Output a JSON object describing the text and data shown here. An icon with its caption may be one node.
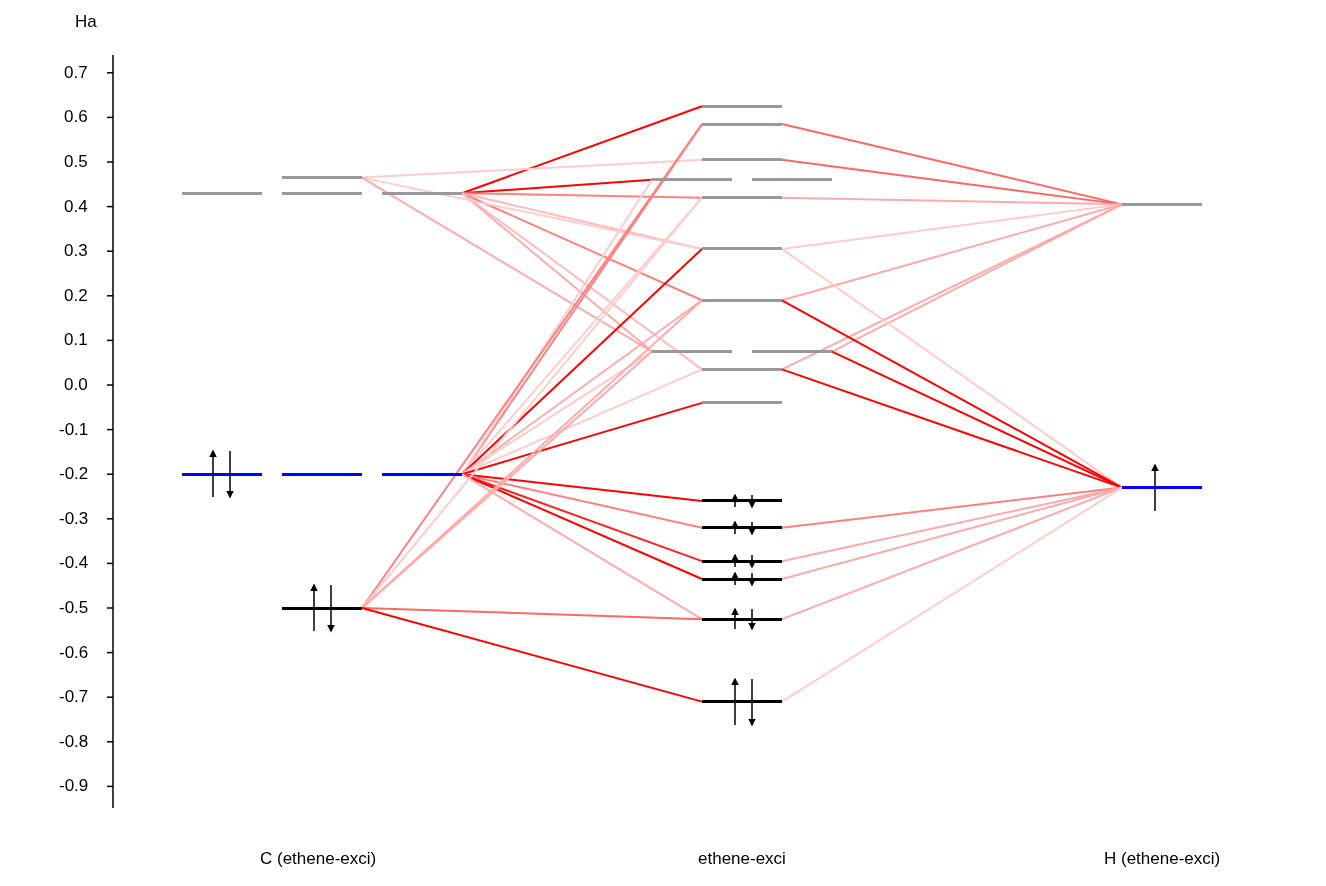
{
  "diagram": {
    "nodes": [
      {
        "text": [],
        "shape": "bar"
      },
      {
        "text": [],
        "shape": "bar"
      },
      {
        "text": [],
        "shape": "bar"
      },
      {
        "text": [],
        "shape": "bar"
      },
      {
        "text": [],
        "shape": "bar"
      },
      {
        "text": [],
        "shape": "bar"
      },
      {
        "text": [],
        "shape": "bar"
      },
      {
        "text": [],
        "shape": "bar"
      },
      {
        "text": [],
        "shape": "bar"
      },
      {
        "text": [],
        "shape": "bar"
      },
      {
        "text": [],
        "shape": "bar"
      },
      {
        "text": [],
        "shape": "bar"
      },
      {
        "text": [],
        "shape": "bar"
      },
      {
        "text": [],
        "shape": "bar"
      },
      {
        "text": [],
        "shape": "bar"
      },
      {
        "text": [],
        "shape": "bar"
      },
      {
        "text": [],
        "shape": "bar"
      },
      {
        "text": [],
        "shape": "bar"
      },
      {
        "text": [],
        "shape": "bar"
      },
      {
        "text": [],
        "shape": "bar"
      },
      {
        "text": [],
        "shape": "bar"
      },
      {
        "text": [],
        "shape": "bar"
      },
      {
        "text": [],
        "shape": "bar"
      },
      {
        "text": [],
        "shape": "bar"
      },
      {
        "text": [],
        "shape": "bar"
      },
      {
        "text": [],
        "shape": "bar"
      },
      {
        "text": [],
        "shape": "bar"
      },
      {
        "text": [],
        "shape": "bar"
      }
    ],
    "edges": [
      {
        "from": 3,
        "to": 8,
        "arrow": "none",
        "color": "#ff0000"
      },
      {
        "from": 3,
        "to": 11,
        "arrow": "none",
        "color": "#ff0000"
      },
      {
        "from": 3,
        "to": 13,
        "arrow": "none",
        "color": "#ff8080"
      },
      {
        "from": 3,
        "to": 14,
        "arrow": "none",
        "color": "#ffbbbb"
      },
      {
        "from": 3,
        "to": 15,
        "arrow": "none",
        "color": "#ff8080"
      },
      {
        "from": 3,
        "to": 16,
        "arrow": "none",
        "color": "#ffaaaa"
      },
      {
        "from": 3,
        "to": 18,
        "arrow": "none",
        "color": "#ffbbbb"
      },
      {
        "from": 0,
        "to": 10,
        "arrow": "none",
        "color": "#ffcccc"
      },
      {
        "from": 0,
        "to": 14,
        "arrow": "none",
        "color": "#ffcccc"
      },
      {
        "from": 0,
        "to": 16,
        "arrow": "none",
        "color": "#ffaaaa"
      },
      {
        "from": 6,
        "to": 9,
        "arrow": "none",
        "color": "#ff8080"
      },
      {
        "from": 6,
        "to": 11,
        "arrow": "none",
        "color": "#ffcccc"
      },
      {
        "from": 6,
        "to": 13,
        "arrow": "none",
        "color": "#ffcccc"
      },
      {
        "from": 6,
        "to": 14,
        "arrow": "none",
        "color": "#ff0000"
      },
      {
        "from": 6,
        "to": 15,
        "arrow": "none",
        "color": "#ffaaaa"
      },
      {
        "from": 6,
        "to": 16,
        "arrow": "none",
        "color": "#ffcccc"
      },
      {
        "from": 6,
        "to": 18,
        "arrow": "none",
        "color": "#ffcccc"
      },
      {
        "from": 6,
        "to": 19,
        "arrow": "none",
        "color": "#ff0000"
      },
      {
        "from": 6,
        "to": 20,
        "arrow": "none",
        "color": "#ff0000"
      },
      {
        "from": 6,
        "to": 21,
        "arrow": "none",
        "color": "#ff8080"
      },
      {
        "from": 6,
        "to": 22,
        "arrow": "none",
        "color": "#ff2020"
      },
      {
        "from": 6,
        "to": 23,
        "arrow": "none",
        "color": "#ff0000"
      },
      {
        "from": 6,
        "to": 24,
        "arrow": "none",
        "color": "#ffaaaa"
      },
      {
        "from": 7,
        "to": 9,
        "arrow": "none",
        "color": "#ff8080"
      },
      {
        "from": 7,
        "to": 13,
        "arrow": "none",
        "color": "#ffcccc"
      },
      {
        "from": 7,
        "to": 15,
        "arrow": "none",
        "color": "#ffaaaa"
      },
      {
        "from": 7,
        "to": 16,
        "arrow": "none",
        "color": "#ffaaaa"
      },
      {
        "from": 7,
        "to": 24,
        "arrow": "none",
        "color": "#ff6666"
      },
      {
        "from": 7,
        "to": 25,
        "arrow": "none",
        "color": "#ff0000"
      },
      {
        "from": 9,
        "to": 26,
        "arrow": "none",
        "color": "#ff6666"
      },
      {
        "from": 10,
        "to": 26,
        "arrow": "none",
        "color": "#ff6666"
      },
      {
        "from": 13,
        "to": 26,
        "arrow": "none",
        "color": "#ffaaaa"
      },
      {
        "from": 14,
        "to": 26,
        "arrow": "none",
        "color": "#ffcccc"
      },
      {
        "from": 15,
        "to": 26,
        "arrow": "none",
        "color": "#ffaaaa"
      },
      {
        "from": 17,
        "to": 26,
        "arrow": "none",
        "color": "#ffaaaa"
      },
      {
        "from": 18,
        "to": 26,
        "arrow": "none",
        "color": "#ffaaaa"
      },
      {
        "from": 14,
        "to": 27,
        "arrow": "none",
        "color": "#ffcccc"
      },
      {
        "from": 15,
        "to": 27,
        "arrow": "none",
        "color": "#ff0000"
      },
      {
        "from": 17,
        "to": 27,
        "arrow": "none",
        "color": "#ff0000"
      },
      {
        "from": 18,
        "to": 27,
        "arrow": "none",
        "color": "#ff0000"
      },
      {
        "from": 21,
        "to": 27,
        "arrow": "none",
        "color": "#ff8080"
      },
      {
        "from": 22,
        "to": 27,
        "arrow": "none",
        "color": "#ffaaaa"
      },
      {
        "from": 23,
        "to": 27,
        "arrow": "none",
        "color": "#ffaaaa"
      },
      {
        "from": 24,
        "to": 27,
        "arrow": "none",
        "color": "#ffaaaa"
      },
      {
        "from": 25,
        "to": 27,
        "arrow": "none",
        "color": "#ffcccc"
      }
    ],
    "labels": [
      "Ha",
      "0.7",
      "0.6",
      "0.5",
      "0.4",
      "0.3",
      "0.2",
      "0.1",
      "0.0",
      "-0.1",
      "-0.2",
      "-0.3",
      "-0.4",
      "-0.5",
      "-0.6",
      "-0.7",
      "-0.8",
      "-0.9",
      "C (ethene-exci)",
      "ethene-exci",
      "H (ethene-exci)"
    ]
  }
}
